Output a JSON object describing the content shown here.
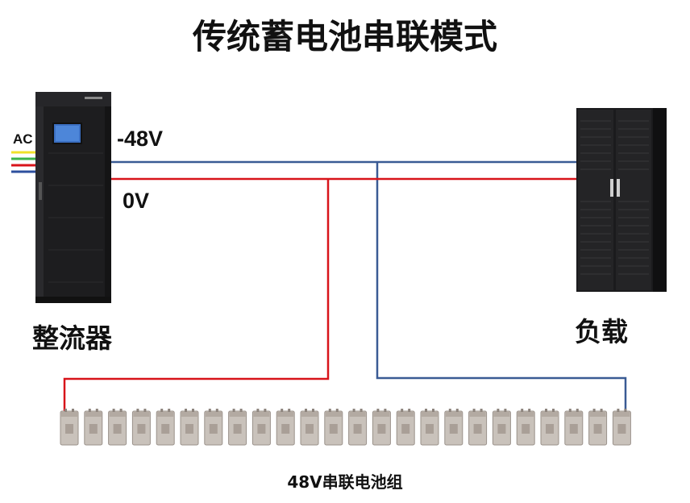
{
  "title": "传统蓄电池串联模式",
  "labels": {
    "ac": "AC",
    "neg48v": "-48V",
    "zero_v": "0V",
    "rectifier": "整流器",
    "load": "负载",
    "battery_bank": "48V串联电池组"
  },
  "colors": {
    "negative_bus": "#3a5b94",
    "positive_bus": "#d8141a",
    "ac_lines": [
      "#f0e12a",
      "#3cb44b",
      "#d8141a",
      "#2d4f9e"
    ],
    "cabinet": "#1d1d1f",
    "battery": "#c9c2bb"
  },
  "battery_count": 24
}
